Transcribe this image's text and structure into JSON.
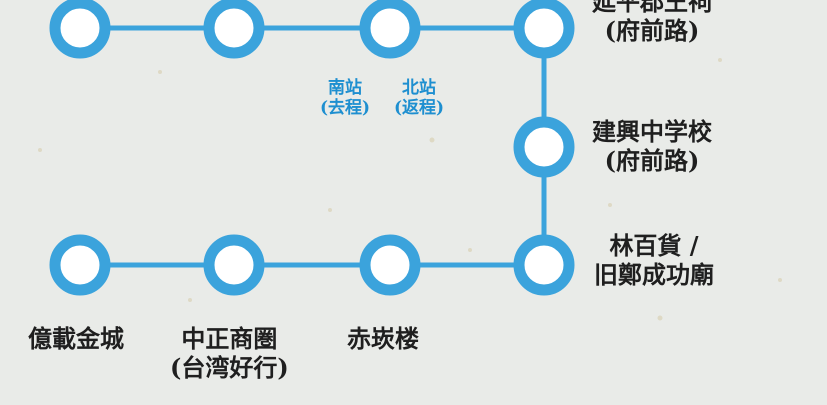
{
  "route": {
    "line_color": "#3ba3dc",
    "node_fill": "#ffffff",
    "label_color": "#1f1f1f",
    "sub_label_color": "#1e8fd0",
    "stops_right": [
      {
        "name1": "延平郡王祠",
        "name2": "(府前路)"
      },
      {
        "name1": "建興中学校",
        "name2": "(府前路)"
      },
      {
        "name1": "林百貨 /",
        "name2": "旧鄭成功廟"
      }
    ],
    "stops_bottom": [
      {
        "name1": "億載金城",
        "name2": ""
      },
      {
        "name1": "中正商圏",
        "name2": "(台湾好行)"
      },
      {
        "name1": "赤崁楼",
        "name2": ""
      }
    ],
    "station_note": {
      "south_label": "南站",
      "south_sub": "(去程)",
      "north_label": "北站",
      "north_sub": "(返程)"
    }
  }
}
